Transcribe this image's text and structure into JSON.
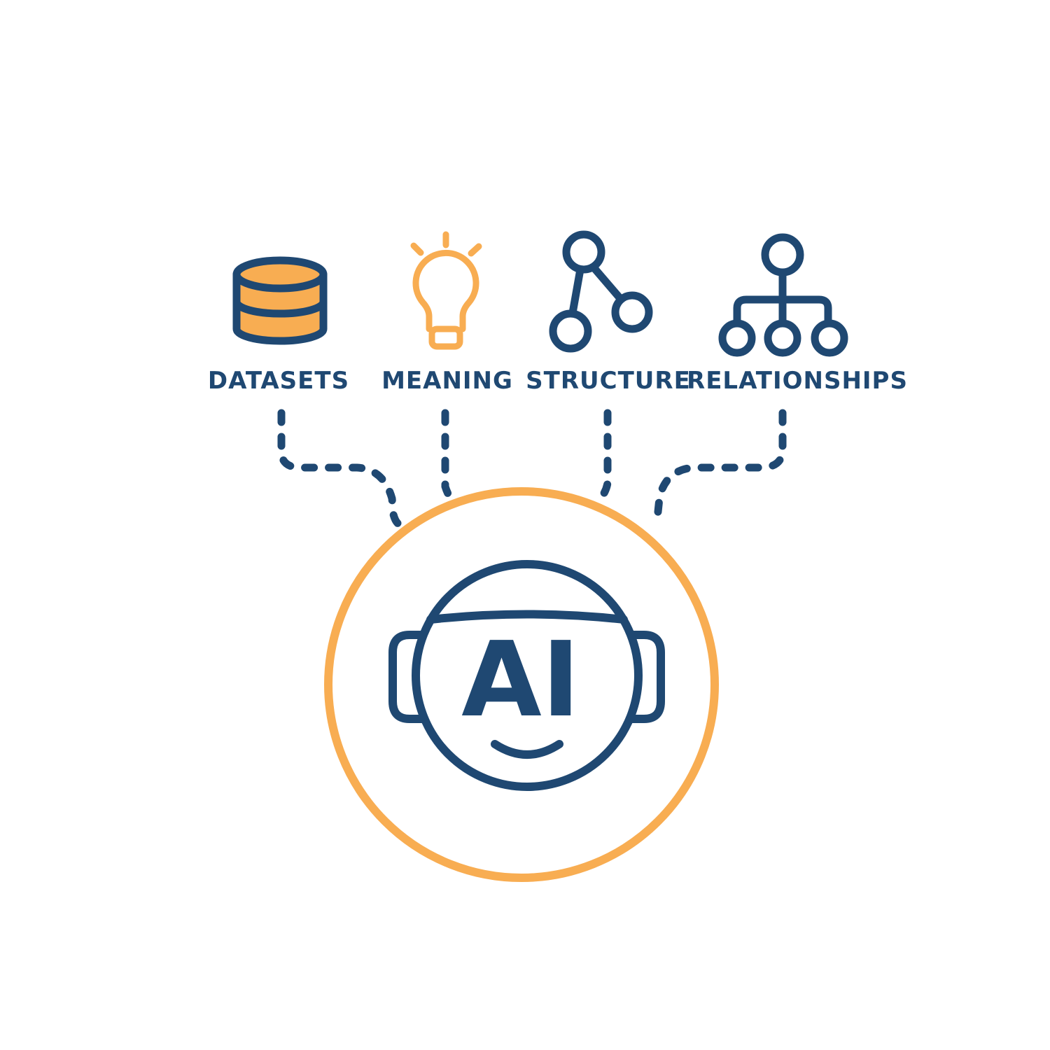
{
  "colors": {
    "navy": "#1f4872",
    "orange": "#f8ad52",
    "background": "#ffffff"
  },
  "inputs": [
    {
      "label": "DATASETS",
      "icon": "database-icon"
    },
    {
      "label": "MEANING",
      "icon": "lightbulb-icon"
    },
    {
      "label": "STRUCTURE",
      "icon": "node-graph-icon"
    },
    {
      "label": "RELATIONSHIPS",
      "icon": "hierarchy-icon"
    }
  ],
  "center": {
    "text": "AI",
    "icon": "robot-face-icon"
  }
}
